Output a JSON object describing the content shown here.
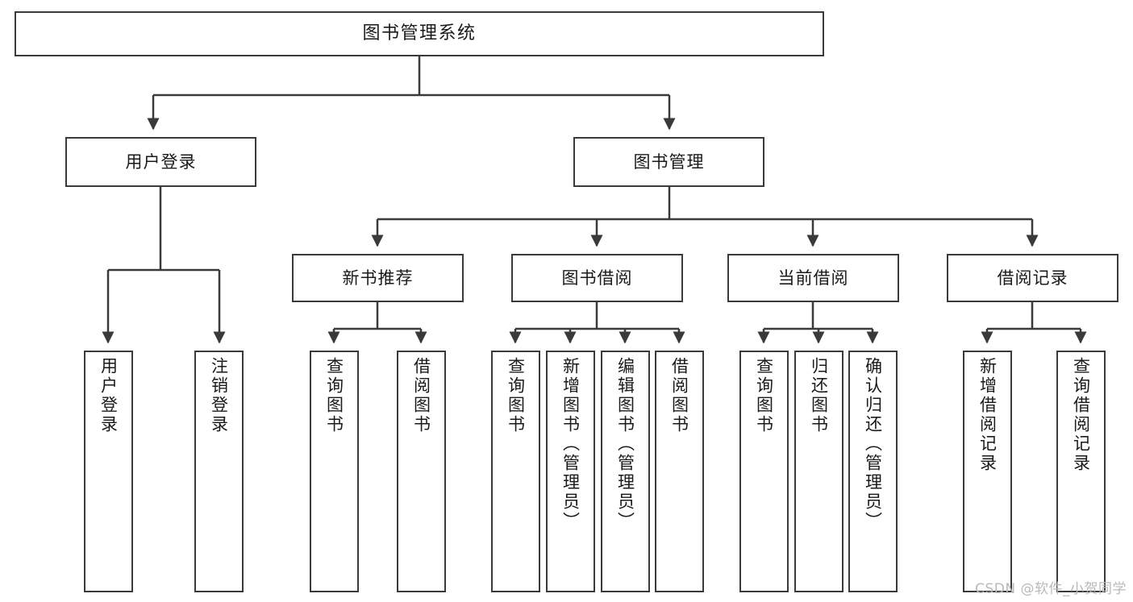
{
  "diagram": {
    "type": "tree",
    "title": "图书管理系统",
    "stroke_color": "#3a3a3a",
    "text_color": "#1a1a1a",
    "background": "#ffffff",
    "nodes": {
      "root": {
        "label": "图书管理系统"
      },
      "level2": [
        {
          "id": "user-login",
          "label": "用户登录"
        },
        {
          "id": "book-manage",
          "label": "图书管理"
        }
      ],
      "level3": [
        {
          "id": "new-book-rec",
          "label": "新书推荐"
        },
        {
          "id": "book-borrow",
          "label": "图书借阅"
        },
        {
          "id": "current-borrow",
          "label": "当前借阅"
        },
        {
          "id": "borrow-record",
          "label": "借阅记录"
        }
      ],
      "leaves": {
        "user_login": [
          {
            "id": "leaf-user-login",
            "label": "用户登录"
          },
          {
            "id": "leaf-logout",
            "label": "注销登录"
          }
        ],
        "new_book_rec": [
          {
            "id": "leaf-query-book-1",
            "label": "查询图书"
          },
          {
            "id": "leaf-borrow-book-1",
            "label": "借阅图书"
          }
        ],
        "book_borrow": [
          {
            "id": "leaf-query-book-2",
            "label": "查询图书"
          },
          {
            "id": "leaf-add-book",
            "label": "新增图书（管理员）"
          },
          {
            "id": "leaf-edit-book",
            "label": "编辑图书（管理员）"
          },
          {
            "id": "leaf-borrow-book-2",
            "label": "借阅图书"
          }
        ],
        "current_borrow": [
          {
            "id": "leaf-query-book-3",
            "label": "查询图书"
          },
          {
            "id": "leaf-return-book",
            "label": "归还图书"
          },
          {
            "id": "leaf-confirm-return",
            "label": "确认归还（管理员）"
          }
        ],
        "borrow_record": [
          {
            "id": "leaf-add-record",
            "label": "新增借阅记录"
          },
          {
            "id": "leaf-query-record",
            "label": "查询借阅记录"
          }
        ]
      }
    }
  },
  "watermark": {
    "text": "CSDN @软件_小贺同学"
  }
}
